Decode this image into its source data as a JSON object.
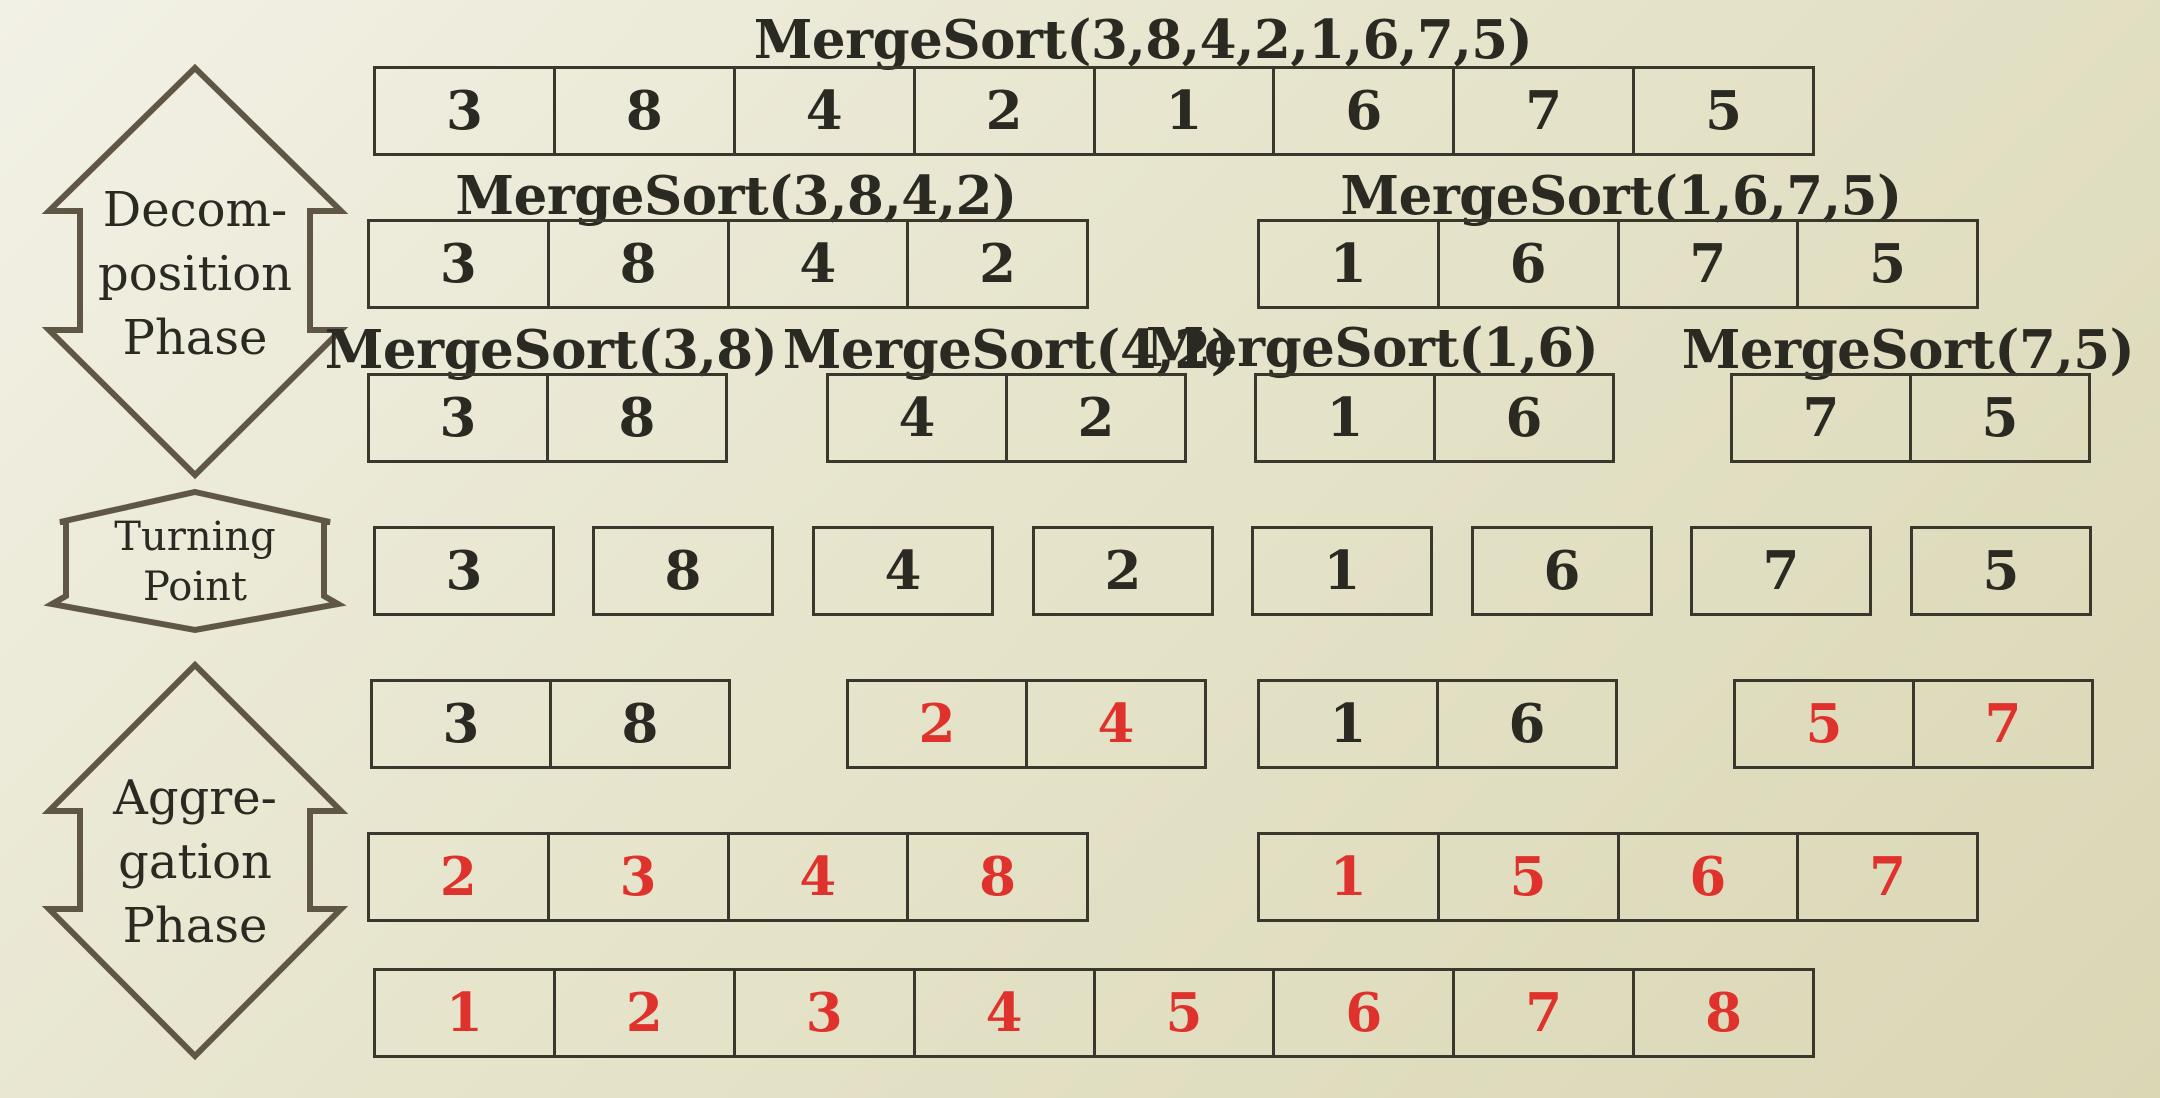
{
  "phases": {
    "decomposition": [
      "Decom-",
      "position",
      "Phase"
    ],
    "turning": [
      "Turning",
      "Point"
    ],
    "aggregation": [
      "Aggre-",
      "gation",
      "Phase"
    ]
  },
  "labels": {
    "root": "MergeSort(3,8,4,2,1,6,7,5)",
    "left_half": "MergeSort(3,8,4,2)",
    "right_half": "MergeSort(1,6,7,5)",
    "q1": "MergeSort(3,8)",
    "q2": "MergeSort(4,2)",
    "q3": "MergeSort(1,6)",
    "q4": "MergeSort(7,5)"
  },
  "arrays": {
    "root": [
      "3",
      "8",
      "4",
      "2",
      "1",
      "6",
      "7",
      "5"
    ],
    "left_half": [
      "3",
      "8",
      "4",
      "2"
    ],
    "right_half": [
      "1",
      "6",
      "7",
      "5"
    ],
    "q1": [
      "3",
      "8"
    ],
    "q2": [
      "4",
      "2"
    ],
    "q3": [
      "1",
      "6"
    ],
    "q4": [
      "7",
      "5"
    ],
    "singles": [
      "3",
      "8",
      "4",
      "2",
      "1",
      "6",
      "7",
      "5"
    ],
    "merge_pairs": [
      [
        "3",
        "8"
      ],
      [
        "2",
        "4"
      ],
      [
        "1",
        "6"
      ],
      [
        "5",
        "7"
      ]
    ],
    "merge_halves": [
      [
        "2",
        "3",
        "4",
        "8"
      ],
      [
        "1",
        "5",
        "6",
        "7"
      ]
    ],
    "merge_final": [
      "1",
      "2",
      "3",
      "4",
      "5",
      "6",
      "7",
      "8"
    ]
  },
  "colors": {
    "black": "#2b2a22",
    "red": "#e0322c",
    "stroke": "#5f5646"
  }
}
